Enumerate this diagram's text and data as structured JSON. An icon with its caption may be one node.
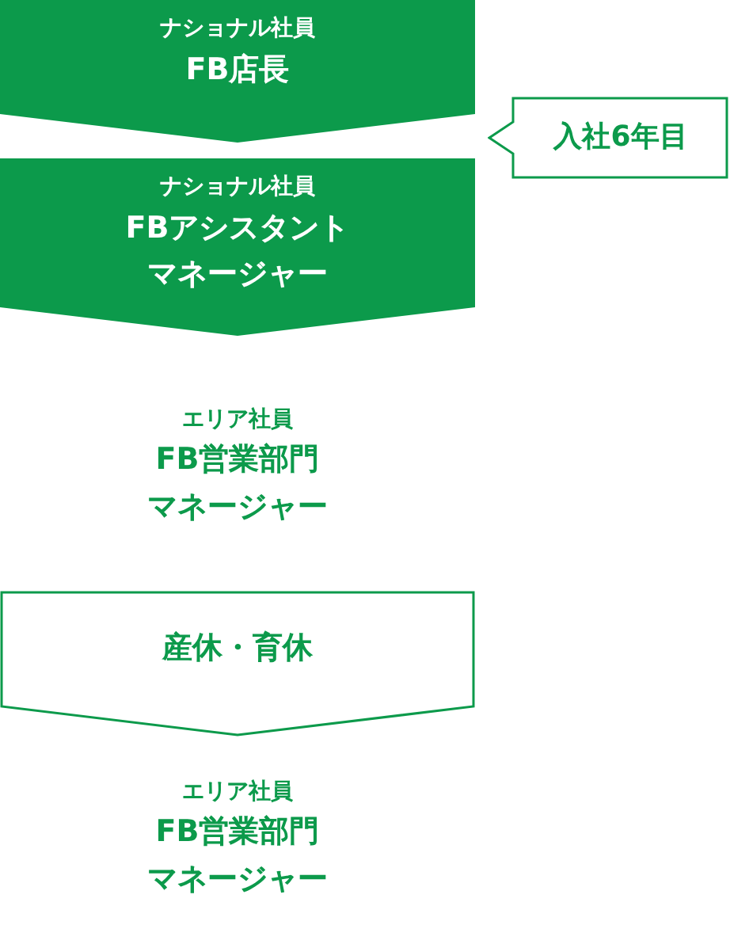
{
  "diagram": {
    "nodes": [
      {
        "text": [
          "ナショナル社員",
          "FB店長"
        ]
      },
      {
        "text": [
          "入社6年目"
        ]
      },
      {
        "text": [
          "ナショナル社員",
          "FBアシスタントマネージャー"
        ]
      },
      {
        "text": [
          "エリア社員",
          "FB営業部門マネージャー"
        ]
      },
      {
        "text": [
          "産休・育休"
        ]
      },
      {
        "text": [
          "エリア社員",
          "FB営業部門マネージャー"
        ]
      }
    ]
  }
}
